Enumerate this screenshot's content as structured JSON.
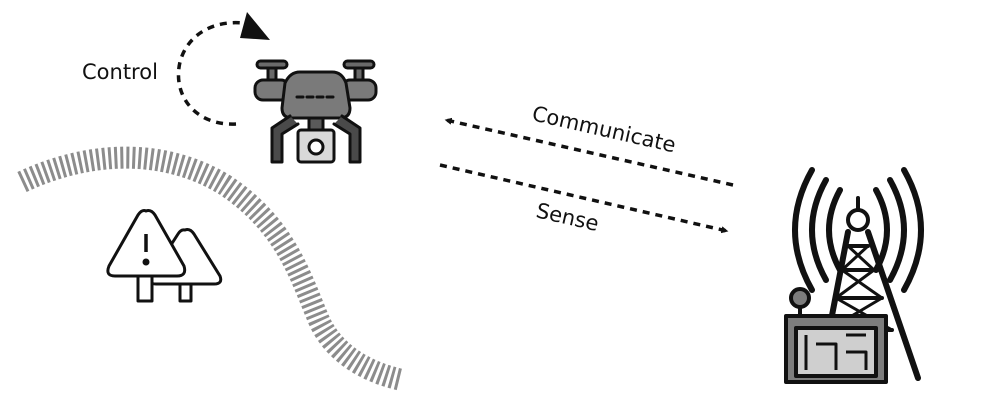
{
  "labels": {
    "control": "Control",
    "communicate": "Communicate",
    "sense": "Sense"
  },
  "icons": {
    "drone": "drone-with-camera-icon",
    "tower": "cell-tower-with-building-icon",
    "trees": "trees-with-warning-icon",
    "path": "hatched-road-path"
  },
  "colors": {
    "stroke": "#111111",
    "drone_body": "#7a7a7a",
    "drone_dark": "#4a4a4a",
    "camera": "#d9d9d9",
    "road": "#8c8c8c",
    "building": "#7d7d7d",
    "building_light": "#cfcfcf"
  }
}
